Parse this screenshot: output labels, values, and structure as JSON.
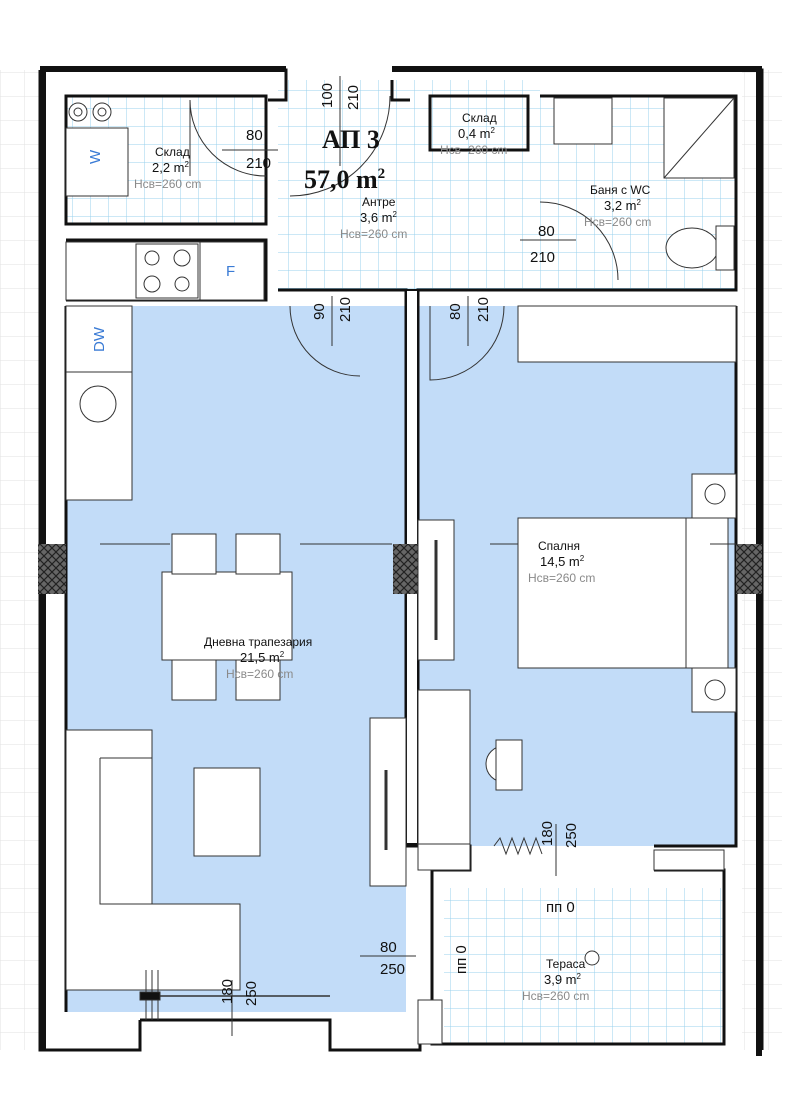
{
  "apartment": {
    "name": "АП 3",
    "area": "57,0 m",
    "area_sup": "2"
  },
  "rooms": {
    "storage1": {
      "name": "Склад",
      "area": "2,2 m",
      "sup": "2",
      "height": "Нсв=260 cm"
    },
    "storage2": {
      "name": "Склад",
      "area": "0,4 m",
      "sup": "2",
      "height": "Нсв=260 cm"
    },
    "entrance": {
      "name": "Антре",
      "area": "3,6 m",
      "sup": "2",
      "height": "Нсв=260 cm"
    },
    "bathroom": {
      "name": "Баня с WC",
      "area": "3,2 m",
      "sup": "2",
      "height": "Нсв=260 cm"
    },
    "living": {
      "name": "Дневна трапезария",
      "area": "21,5 m",
      "sup": "2",
      "height": "Нсв=260 cm"
    },
    "bedroom": {
      "name": "Спалня",
      "area": "14,5 m",
      "sup": "2",
      "height": "Нсв=260 cm"
    },
    "terrace": {
      "name": "Тераса",
      "area": "3,9 m",
      "sup": "2",
      "height": "Нсв=260 cm"
    }
  },
  "appliances": {
    "washer": "W",
    "fridge": "F",
    "dishwasher": "DW"
  },
  "doors": {
    "entry": {
      "w": "100",
      "h": "210"
    },
    "storage": {
      "w": "80",
      "h": "210"
    },
    "bath": {
      "w": "80",
      "h": "210"
    },
    "living": {
      "w": "90",
      "h": "210"
    },
    "bedroom": {
      "w": "80",
      "h": "210"
    },
    "terrace": {
      "w": "80",
      "h": "250"
    },
    "win_living": {
      "w": "180",
      "h": "250"
    },
    "win_bed": {
      "w": "180",
      "h": "250"
    }
  },
  "levels": {
    "pp1": "пп 0",
    "pp2": "пп 0"
  }
}
